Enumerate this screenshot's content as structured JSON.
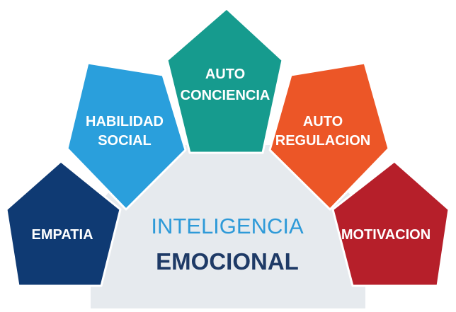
{
  "center": {
    "line1": "INTELIGENCIA",
    "line2": "EMOCIONAL",
    "line1_color": "#2e9ad8",
    "line2_color": "#1e3a66",
    "fill": "#e6eaee"
  },
  "segments": [
    {
      "id": "empatia",
      "lines": [
        "EMPATIA"
      ],
      "color": "#0f3a73"
    },
    {
      "id": "habilidad-social",
      "lines": [
        "HABILIDAD",
        "SOCIAL"
      ],
      "color": "#2a9fdc"
    },
    {
      "id": "auto-conciencia",
      "lines": [
        "AUTO",
        "CONCIENCIA"
      ],
      "color": "#169b8e"
    },
    {
      "id": "auto-regulacion",
      "lines": [
        "AUTO",
        "REGULACION"
      ],
      "color": "#ec5627"
    },
    {
      "id": "motivacion",
      "lines": [
        "MOTIVACION"
      ],
      "color": "#b61f2a"
    }
  ]
}
